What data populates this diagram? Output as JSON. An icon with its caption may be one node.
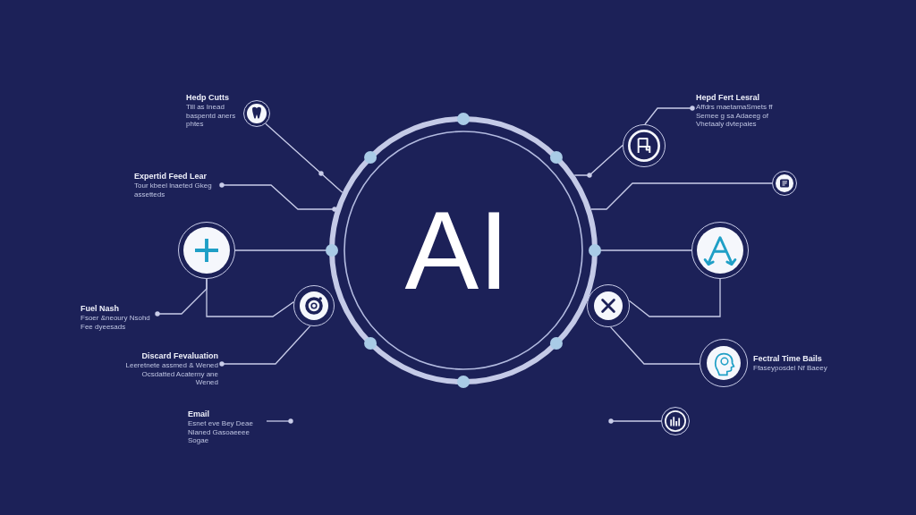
{
  "diagram": {
    "nodes": [
      {
        "text": [
          "AI"
        ]
      },
      {
        "text": [],
        "shape": "circle",
        "beside": [
          "Hedp Cutts",
          "Till as Inead baspentd aners phtes"
        ]
      },
      {
        "text": [
          "Expertid Feed Lear",
          "Tour kbeel lnaeted Gkeg assetteds"
        ]
      },
      {
        "text": [],
        "shape": "circle"
      },
      {
        "text": [
          "Fuel Nash",
          "Fsoer &neoury Nsohd Fee dyeesads"
        ]
      },
      {
        "text": [],
        "shape": "circle"
      },
      {
        "text": [
          "Discard Fevaluation",
          "Leeretnete assmed & Wened Ocsdatted Acaterny ane Wened"
        ]
      },
      {
        "text": [
          "Email",
          "Esnet eve Bey Deae Nlaned Gasoaeeee Sogae"
        ]
      },
      {
        "text": [
          "Hepd Fert Lesral",
          "Affdrs maetamaSmets ff Semee g sa Adaeeg of Vhetaaly dvtepaies"
        ]
      },
      {
        "text": [],
        "shape": "circle"
      },
      {
        "text": [],
        "shape": "circle"
      },
      {
        "text": [],
        "shape": "circle"
      },
      {
        "text": [],
        "shape": "circle"
      },
      {
        "text": [],
        "shape": "circle",
        "beside": [
          "Fectral Time Bails",
          "Ffaseyposdel Nf Baeey"
        ]
      },
      {
        "text": [],
        "shape": "circle"
      }
    ],
    "edges": [
      {
        "from": 1,
        "to": 0,
        "arrow": "none"
      },
      {
        "from": 2,
        "to": 0,
        "arrow": "other"
      },
      {
        "from": 3,
        "to": 0,
        "arrow": "none"
      },
      {
        "from": 4,
        "to": 3,
        "arrow": "other"
      },
      {
        "from": 3,
        "to": 5,
        "arrow": "none"
      },
      {
        "from": 6,
        "to": 5,
        "arrow": "other"
      },
      {
        "from": null,
        "to": 7,
        "arrow": "other"
      },
      {
        "from": 8,
        "to": 9,
        "arrow": "other"
      },
      {
        "from": 9,
        "to": 0,
        "arrow": "none"
      },
      {
        "from": 10,
        "to": 0,
        "arrow": "none"
      },
      {
        "from": 11,
        "to": 0,
        "arrow": "none"
      },
      {
        "from": 11,
        "to": 12,
        "arrow": "none"
      },
      {
        "from": 12,
        "to": 13,
        "arrow": "none"
      },
      {
        "from": null,
        "to": 14,
        "arrow": "other"
      }
    ]
  }
}
